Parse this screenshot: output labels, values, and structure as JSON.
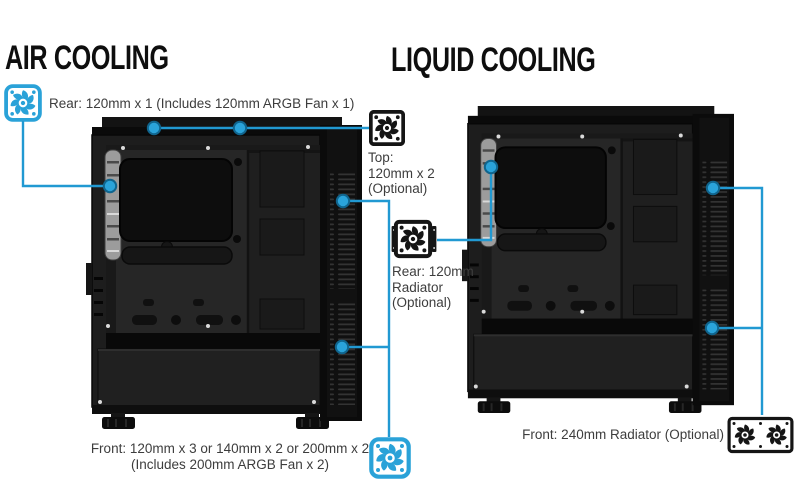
{
  "colors": {
    "accent_blue": "#29a9e0",
    "icon_black": "#151515",
    "title_text": "#0e0e0e",
    "label_text": "#3d3d3d"
  },
  "air_cooling": {
    "title": "AIR COOLING",
    "rear_fan_label": "Rear: 120mm x 1 (Includes 120mm ARGB Fan x 1)",
    "top_fan_lines": [
      "Top:",
      "120mm x 2",
      "(Optional)"
    ],
    "front_fan_lines": [
      "Front: 120mm x 3 or 140mm x 2 or 200mm x 2",
      "(Includes 200mm ARGB Fan x 2)"
    ]
  },
  "liquid_cooling": {
    "title": "LIQUID COOLING",
    "rear_radiator_lines": [
      "Rear: 120mm",
      "Radiator",
      "(Optional)"
    ],
    "front_radiator_label": "Front: 240mm Radiator (Optional)"
  },
  "icons": {
    "argb_fan": "blue rounded square fan",
    "optional_fan": "black square fan",
    "radiator_120": "black 120mm radiator with side tanks",
    "radiator_240": "black 240mm dual-fan radiator"
  }
}
